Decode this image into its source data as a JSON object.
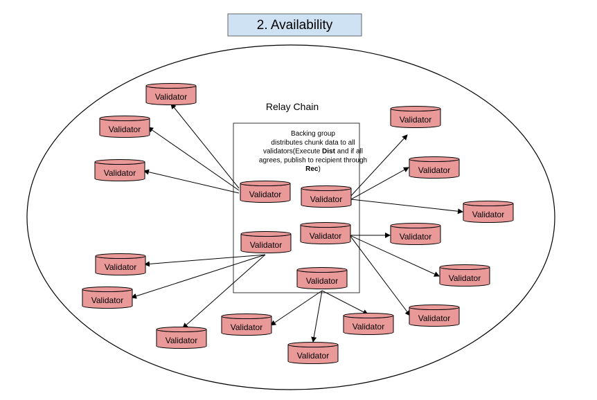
{
  "title": "2. Availability",
  "region_label": "Relay Chain",
  "backing_note": {
    "lines": [
      [
        {
          "t": "Backing group"
        }
      ],
      [
        {
          "t": "distributes chunk data to all"
        }
      ],
      [
        {
          "t": "validators(Execute "
        },
        {
          "t": "Dist",
          "b": true
        },
        {
          "t": " and if all"
        }
      ],
      [
        {
          "t": "agrees, publish to recipient through"
        }
      ],
      [
        {
          "t": "Rec",
          "b": true
        },
        {
          "t": ")"
        }
      ]
    ]
  },
  "node_label": "Validator",
  "colors": {
    "title_fill": "#cfe2f3",
    "title_stroke": "#666666",
    "node_fill": "#ea9999",
    "node_stroke": "#000000",
    "line": "#000000"
  }
}
